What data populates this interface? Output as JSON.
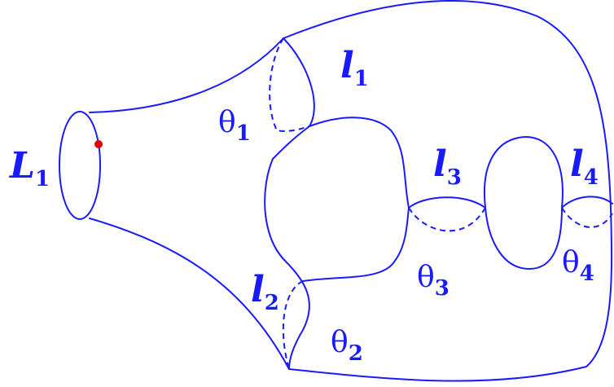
{
  "diagram": {
    "boundary_label": {
      "main": "L",
      "sub": "1"
    },
    "lengths": [
      {
        "main": "l",
        "sub": "1"
      },
      {
        "main": "l",
        "sub": "2"
      },
      {
        "main": "l",
        "sub": "3"
      },
      {
        "main": "l",
        "sub": "4"
      }
    ],
    "twists": [
      {
        "main": "θ",
        "sub": "1"
      },
      {
        "main": "θ",
        "sub": "2"
      },
      {
        "main": "θ",
        "sub": "3"
      },
      {
        "main": "θ",
        "sub": "4"
      }
    ],
    "colors": {
      "line": "#1a1aff",
      "marker": "#e00000"
    }
  }
}
